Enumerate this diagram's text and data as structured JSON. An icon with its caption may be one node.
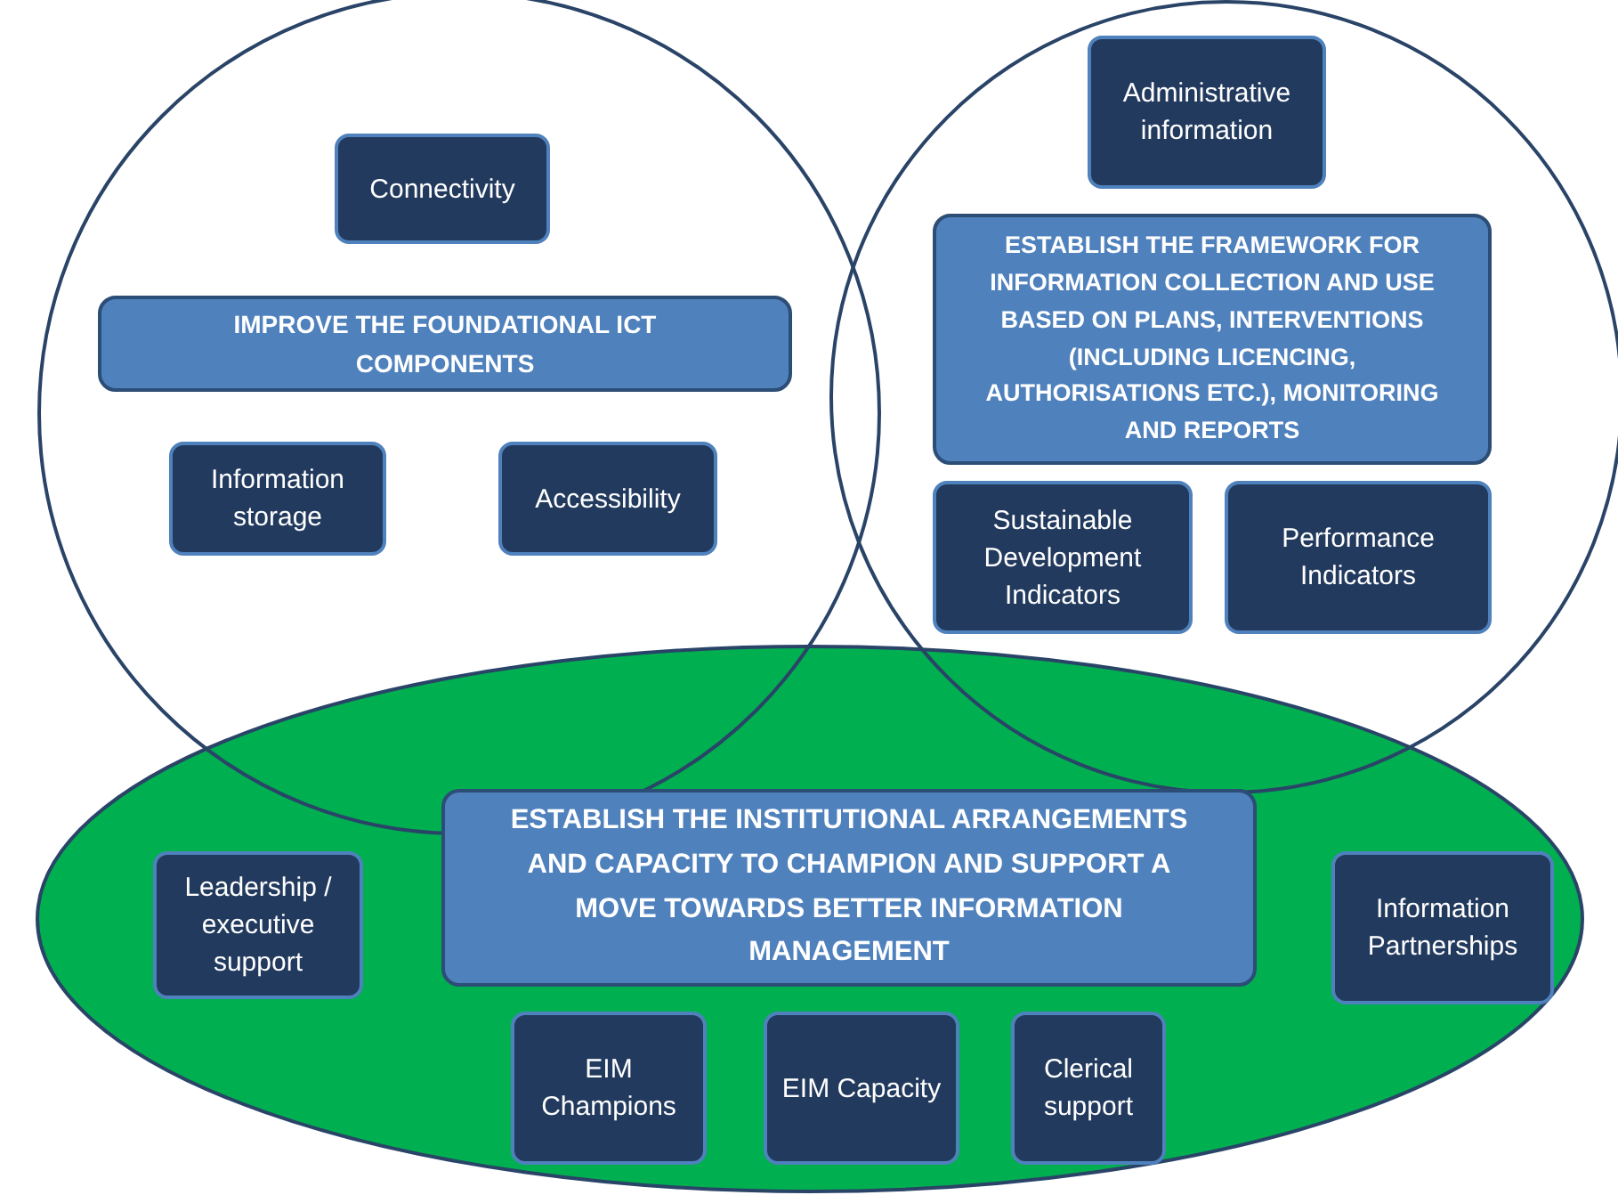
{
  "diagram": {
    "nodes": [
      {
        "text": [
          "Administrative information"
        ]
      },
      {
        "text": [
          "Connectivity"
        ]
      },
      {
        "text": [
          "IMPROVE THE FOUNDATIONAL ICT COMPONENTS"
        ]
      },
      {
        "text": [
          "ESTABLISH THE FRAMEWORK FOR INFORMATION COLLECTION AND USE BASED ON PLANS, INTERVENTIONS (INCLUDING LICENCING, AUTHORISATIONS ETC.), MONITORING AND REPORTS"
        ]
      },
      {
        "text": [
          "Information storage"
        ]
      },
      {
        "text": [
          "Accessibility"
        ]
      },
      {
        "text": [
          "Sustainable Development Indicators"
        ]
      },
      {
        "text": [
          "Performance Indicators"
        ]
      },
      {
        "text": [
          "ESTABLISH THE INSTITUTIONAL ARRANGEMENTS AND CAPACITY TO CHAMPION AND SUPPORT A MOVE TOWARDS BETTER INFORMATION MANAGEMENT"
        ]
      },
      {
        "text": [
          "Leadership / executive support"
        ]
      },
      {
        "text": [
          "Information Partnerships"
        ]
      },
      {
        "text": [
          "EIM Champions"
        ]
      },
      {
        "text": [
          "EIM Capacity"
        ]
      },
      {
        "text": [
          "Clerical support"
        ]
      }
    ]
  }
}
